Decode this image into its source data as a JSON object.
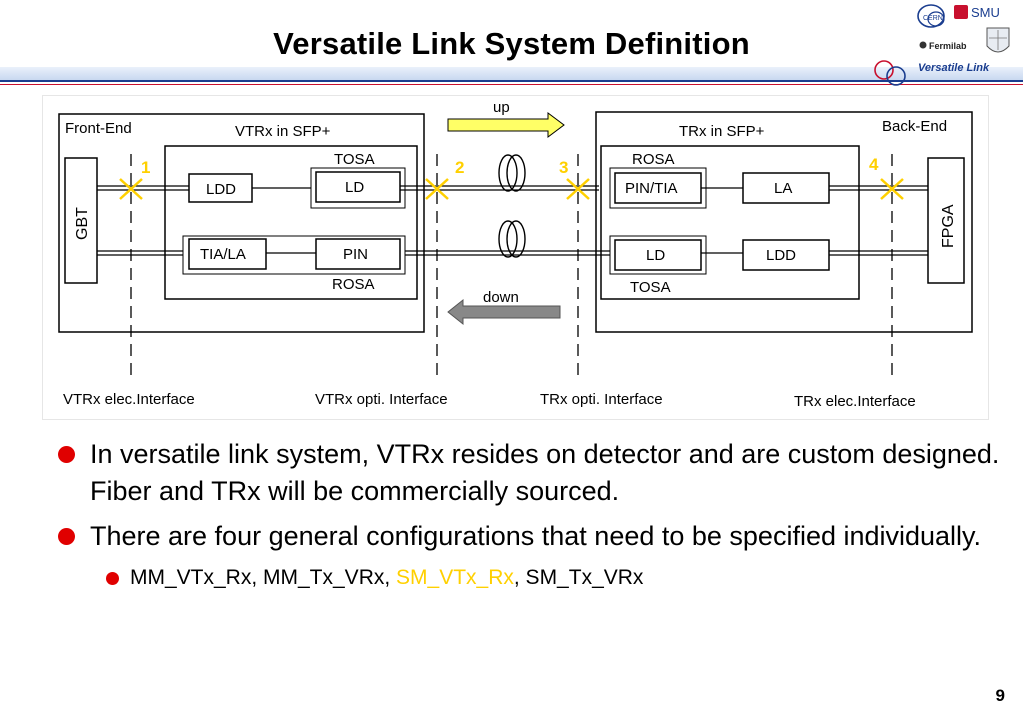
{
  "header": {
    "title": "Versatile Link System Definition",
    "tagline": "Versatile Link",
    "logos": {
      "cern": "CERN",
      "smu": "SMU",
      "fermilab": "Fermilab"
    }
  },
  "diagram": {
    "front_end": "Front-End",
    "back_end": "Back-End",
    "vtrx_box": "VTRx in SFP+",
    "trx_box": "TRx in SFP+",
    "up": "up",
    "down": "down",
    "gbt": "GBT",
    "fpga": "FPGA",
    "left_tosa": "TOSA",
    "left_rosa": "ROSA",
    "right_rosa": "ROSA",
    "right_tosa": "TOSA",
    "ldd_left": "LDD",
    "ld_left": "LD",
    "tia_la": "TIA/LA",
    "pin": "PIN",
    "pin_tia": "PIN/TIA",
    "la": "LA",
    "ld_right": "LD",
    "ldd_right": "LDD",
    "markers": [
      "1",
      "2",
      "3",
      "4"
    ],
    "interfaces": [
      "VTRx elec.Interface",
      "VTRx opti. Interface",
      "TRx opti. Interface",
      "TRx elec.Interface"
    ],
    "colors": {
      "up_arrow": "#ffff66",
      "down_arrow": "#888888",
      "marker": "#ffd000"
    }
  },
  "bullets": [
    {
      "text": "In versatile link system, VTRx resides on detector and are custom designed. Fiber and TRx will be commercially sourced."
    },
    {
      "text": "There are four general configurations that need to be specified individually."
    }
  ],
  "sub_bullet": {
    "part1": "MM_VTx_Rx, MM_Tx_VRx, ",
    "highlight": "SM_VTx_Rx",
    "part2": ", SM_Tx_VRx",
    "highlight_color": "#ffd000"
  },
  "page_number": "9"
}
